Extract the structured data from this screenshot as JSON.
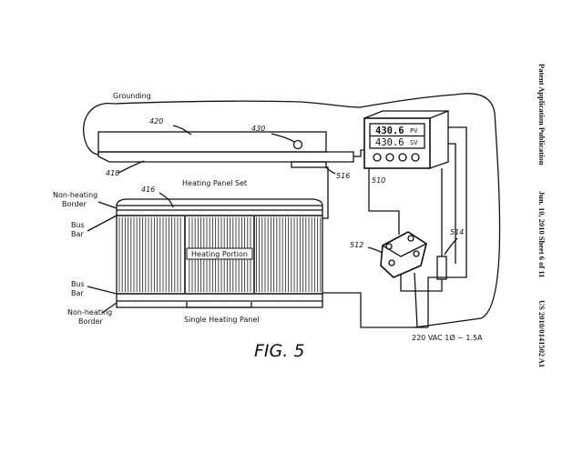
{
  "header": {
    "publication": "Patent Application Publication",
    "date_sheet": "Jun. 10, 2010  Sheet 6 of 11",
    "number": "US 2010/0141502 A1"
  },
  "labels": {
    "grounding": "Grounding",
    "heating_panel_set": "Heating Panel Set",
    "non_heating_border": "Non-heating Border",
    "bus_bar": "Bus Bar",
    "heating_portion": "Heating Portion",
    "single_heating_panel": "Single Heating Panel",
    "power": "220 VAC 1Ø ~ 1.5A",
    "figure": "FIG. 5"
  },
  "refs": {
    "r420": "420",
    "r430": "430",
    "r418": "418",
    "r416": "416",
    "r516": "516",
    "r510": "510",
    "r512": "512",
    "r514": "514"
  },
  "controller": {
    "pv_value": "430.6",
    "pv_label": "PV",
    "sv_value": "430.6",
    "sv_label": "SV"
  }
}
